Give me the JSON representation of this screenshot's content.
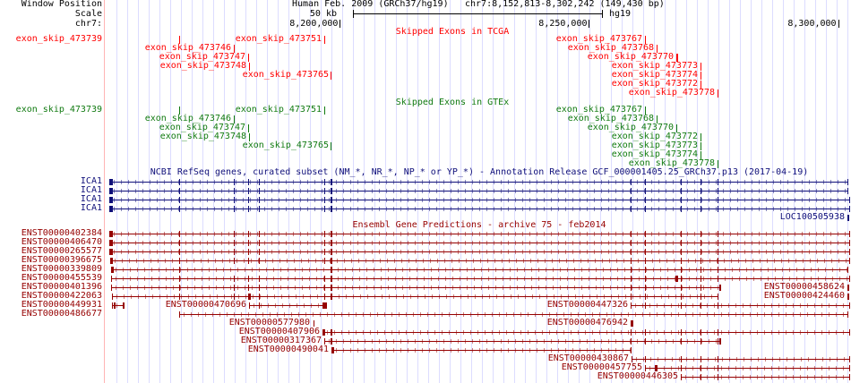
{
  "header": {
    "window_position_label": "Window Position",
    "scale_label": "Scale",
    "chrom_label": "chr7:",
    "assembly": "Human Feb. 2009 (GRCh37/hg19)",
    "position": "chr7:8,152,813-8,302,242 (149,430 bp)",
    "scale_value": "50 kb",
    "db": "hg19",
    "ruler_ticks": [
      {
        "label": "8,200,000",
        "pos": 8200000
      },
      {
        "label": "8,250,000",
        "pos": 8250000
      },
      {
        "label": "8,300,000",
        "pos": 8300000
      }
    ]
  },
  "view": {
    "start": 8152813,
    "end": 8302242
  },
  "colors": {
    "tcga": "#ff0000",
    "gtex": "#107a10",
    "refseq": "#10107a",
    "ensembl": "#960000",
    "grid": "#dcdcff"
  },
  "tracks": {
    "tcga": {
      "title": "Skipped Exons in TCGA",
      "rows": [
        [
          {
            "name": "exon_skip_473739",
            "pos": 8167738,
            "margin": true
          },
          {
            "name": "exon_skip_473751",
            "pos": 8196869
          },
          {
            "name": "exon_skip_473767",
            "pos": 8261244
          }
        ],
        [
          {
            "name": "exon_skip_473746",
            "pos": 8178707
          },
          {
            "name": "exon_skip_473768",
            "pos": 8263582
          }
        ],
        [
          {
            "name": "exon_skip_473747",
            "pos": 8181584
          },
          {
            "name": "exon_skip_473770",
            "pos": 8267538
          }
        ],
        [
          {
            "name": "exon_skip_473748",
            "pos": 8181764
          },
          {
            "name": "exon_skip_473773",
            "pos": 8272393
          }
        ],
        [
          {
            "name": "exon_skip_473765",
            "pos": 8198307
          },
          {
            "name": "exon_skip_473774",
            "pos": 8272393
          }
        ],
        [
          {
            "name": "exon_skip_473772",
            "pos": 8272393
          }
        ],
        [
          {
            "name": "exon_skip_473778",
            "pos": 8275810
          }
        ]
      ]
    },
    "gtex": {
      "title": "Skipped Exons in GTEx",
      "rows": [
        [
          {
            "name": "exon_skip_473739",
            "pos": 8167738,
            "margin": true
          },
          {
            "name": "exon_skip_473751",
            "pos": 8196869
          },
          {
            "name": "exon_skip_473767",
            "pos": 8261244
          }
        ],
        [
          {
            "name": "exon_skip_473746",
            "pos": 8178707
          },
          {
            "name": "exon_skip_473768",
            "pos": 8263582
          }
        ],
        [
          {
            "name": "exon_skip_473747",
            "pos": 8181584
          },
          {
            "name": "exon_skip_473770",
            "pos": 8267538
          }
        ],
        [
          {
            "name": "exon_skip_473748",
            "pos": 8181764
          },
          {
            "name": "exon_skip_473772",
            "pos": 8272393
          }
        ],
        [
          {
            "name": "exon_skip_473765",
            "pos": 8198307
          },
          {
            "name": "exon_skip_473773",
            "pos": 8272393
          }
        ],
        [
          {
            "name": "exon_skip_473774",
            "pos": 8272393
          }
        ],
        [
          {
            "name": "exon_skip_473778",
            "pos": 8275810
          }
        ]
      ]
    },
    "refseq": {
      "title": "NCBI RefSeq genes, curated subset (NM_*, NR_*, NP_* or YP_*) - Annotation Release GCF_000001405.25_GRCh37.p13 (2017-04-19)",
      "rows": [
        [
          {
            "name": "ICA1",
            "margin": true,
            "start": 8153712,
            "end": 8301900,
            "thick": [
              8153712,
              8154432
            ],
            "exons": [
              8167738,
              8178707,
              8181584,
              8183742,
              8196869,
              8198307,
              8258368,
              8261244,
              8268440,
              8272393,
              8275810,
              8301900
            ]
          }
        ],
        [
          {
            "name": "ICA1",
            "margin": true,
            "start": 8153712,
            "end": 8301900,
            "thick": [
              8153712,
              8154432
            ],
            "exons": [
              8167738,
              8178707,
              8181584,
              8183742,
              8196869,
              8198307,
              8258368,
              8261244,
              8268440,
              8272393,
              8275810,
              8301900
            ]
          }
        ],
        [
          {
            "name": "ICA1",
            "margin": true,
            "start": 8153712,
            "end": 8302242,
            "thick": [
              8153712,
              8154432
            ],
            "exons": [
              8167738,
              8178707,
              8181584,
              8183742,
              8196869,
              8198307,
              8258368,
              8261244,
              8268440,
              8272393,
              8275810,
              8302242
            ]
          }
        ],
        [
          {
            "name": "ICA1",
            "margin": true,
            "start": 8153712,
            "end": 8302242,
            "thick": [
              8153712,
              8154432
            ],
            "exons": [
              8167738,
              8178707,
              8181584,
              8183742,
              8196869,
              8198307,
              8258368,
              8261244,
              8268440,
              8272393,
              8275810,
              8302242
            ]
          }
        ],
        [
          {
            "name": "LOC100505938",
            "start": 8302062,
            "end": 8302242,
            "exons": [
              8302062
            ]
          }
        ]
      ]
    },
    "ensembl": {
      "title": "Ensembl Gene Predictions - archive 75 - feb2014",
      "rows": [
        [
          {
            "name": "ENST00000402384",
            "margin": true,
            "start": 8153712,
            "end": 8302242,
            "thick": [
              8153712,
              8154432
            ],
            "exons": [
              8167738,
              8178707,
              8181584,
              8183742,
              8196869,
              8198307,
              8258368,
              8261244,
              8268440,
              8272393,
              8275810,
              8302242
            ]
          }
        ],
        [
          {
            "name": "ENST00000406470",
            "margin": true,
            "start": 8153712,
            "end": 8302242,
            "thick": [
              8153712,
              8154432
            ],
            "exons": [
              8167738,
              8178707,
              8181584,
              8183742,
              8196869,
              8198307,
              8258368,
              8261244,
              8268440,
              8272393,
              8275810,
              8302242
            ]
          }
        ],
        [
          {
            "name": "ENST00000265577",
            "margin": true,
            "start": 8153712,
            "end": 8302242,
            "thick": [
              8153712,
              8154432
            ],
            "exons": [
              8167738,
              8178707,
              8181584,
              8183742,
              8196869,
              8198307,
              8258368,
              8261244,
              8268440,
              8272393,
              8275810,
              8302242
            ]
          }
        ],
        [
          {
            "name": "ENST00000396675",
            "margin": true,
            "start": 8153892,
            "end": 8302242,
            "thick": [
              8153892,
              8154432
            ],
            "exons": [
              8167738,
              8178707,
              8181584,
              8183742,
              8196869,
              8198307,
              8258368,
              8261244,
              8268440,
              8272393,
              8275810,
              8302242
            ]
          }
        ],
        [
          {
            "name": "ENST00000339809",
            "margin": true,
            "start": 8154072,
            "end": 8301900,
            "thick": [
              8154072,
              8154432
            ],
            "exons": [
              8167738,
              8198307,
              8258368,
              8261244,
              8268440,
              8272393,
              8275810,
              8301900
            ]
          }
        ],
        [
          {
            "name": "ENST00000455539",
            "margin": true,
            "start": 8154072,
            "end": 8302242,
            "thick": [
              8267358,
              8267898
            ],
            "exons": [
              8154072,
              8167738,
              8178707,
              8181584,
              8183742,
              8196869,
              8198307,
              8258368,
              8261244,
              8268440,
              8272393,
              8275810,
              8302242
            ]
          }
        ],
        [
          {
            "name": "ENST00000401396",
            "margin": true,
            "start": 8154072,
            "end": 8276261,
            "exons": [
              8154072,
              8167738,
              8178707,
              8181584,
              8183742,
              8196869,
              8198307,
              8258368,
              8261244,
              8268440,
              8272393,
              8276261
            ]
          },
          {
            "name": "ENST00000458624",
            "start": 8302062,
            "end": 8302242,
            "exons": [
              8302062
            ]
          }
        ],
        [
          {
            "name": "ENST00000422063",
            "margin": true,
            "start": 8154252,
            "end": 8275810,
            "thick": [
              8181584,
              8182124
            ],
            "exons": [
              8154252,
              8167738,
              8178707,
              8183742,
              8196869,
              8198307,
              8258368,
              8261244,
              8268440,
              8272393,
              8275810
            ]
          },
          {
            "name": "ENST00000424460",
            "start": 8302062,
            "end": 8302242,
            "exons": [
              8302062
            ]
          }
        ],
        [
          {
            "name": "ENST00000449931",
            "margin": true,
            "start": 8154252,
            "end": 8156589,
            "exons": [
              8154252,
              8154791,
              8156589
            ]
          },
          {
            "name": "ENST00000470696",
            "start": 8181764,
            "end": 8197408,
            "thick": [
              8196509,
              8197408
            ],
            "exons": [
              8181764,
              8183742
            ]
          },
          {
            "name": "ENST00000447326",
            "start": 8258368,
            "end": 8302242,
            "exons": [
              8258368,
              8261244,
              8268440,
              8272393,
              8275810,
              8302242
            ]
          }
        ],
        [
          {
            "name": "ENST00000486677",
            "margin": true,
            "start": 8167738,
            "end": 8301900,
            "exons": [
              8167738,
              8301900
            ]
          }
        ],
        [
          {
            "name": "ENST00000577980",
            "start": 8194531,
            "end": 8194891,
            "exons": [
              8194711
            ]
          },
          {
            "name": "ENST00000476942",
            "start": 8258368,
            "end": 8258907,
            "thick": [
              8258368,
              8258907
            ],
            "exons": []
          }
        ],
        [
          {
            "name": "ENST00000407906",
            "start": 8196509,
            "end": 8302242,
            "thick": [
              8196509,
              8197048
            ],
            "exons": [
              8198307,
              8258368,
              8261244,
              8268440,
              8272393,
              8275810,
              8302242
            ]
          }
        ],
        [
          {
            "name": "ENST00000317367",
            "start": 8196869,
            "end": 8276261,
            "exons": [
              8196869,
              8198307,
              8258368,
              8261244,
              8268440,
              8272393,
              8275810,
              8276261
            ]
          }
        ],
        [
          {
            "name": "ENST00000490041",
            "start": 8198307,
            "end": 8258368,
            "thick": [
              8198307,
              8198667
            ],
            "exons": [
              8258368
            ]
          }
        ],
        [
          {
            "name": "ENST00000430867",
            "start": 8258548,
            "end": 8302242,
            "exons": [
              8258548,
              8261244,
              8268440,
              8272393,
              8275810,
              8302242
            ]
          }
        ],
        [
          {
            "name": "ENST00000457755",
            "start": 8261244,
            "end": 8302242,
            "thick": [
              8263222,
              8263582
            ],
            "exons": [
              8261244,
              8268440,
              8272393,
              8275810,
              8302242
            ]
          }
        ],
        [
          {
            "name": "ENST00000446305",
            "start": 8268440,
            "end": 8302242,
            "exons": [
              8268440,
              8272393,
              8275810,
              8302242
            ]
          }
        ]
      ]
    }
  }
}
